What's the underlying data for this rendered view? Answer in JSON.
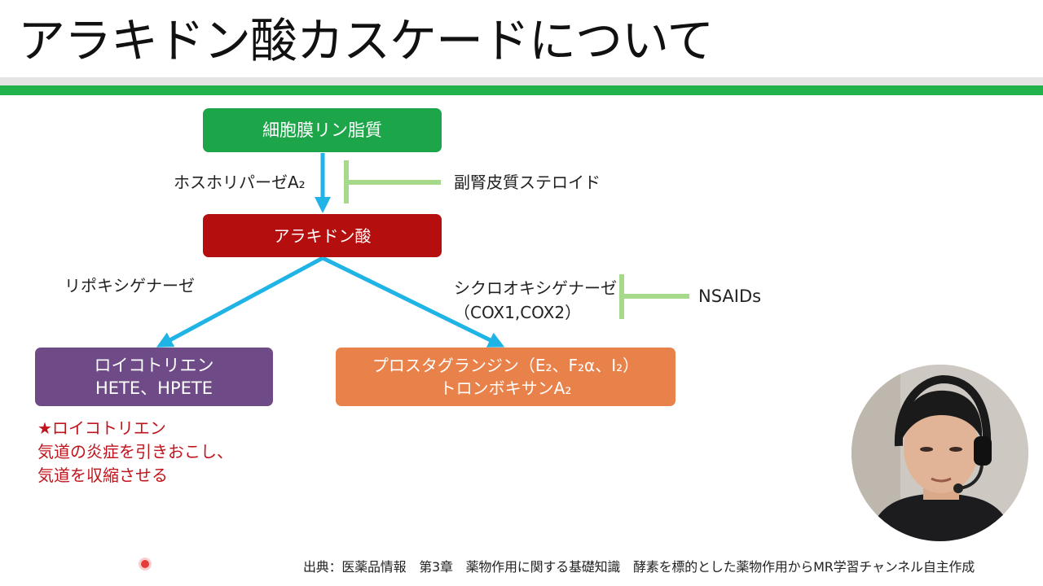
{
  "title": "アラキドン酸カスケードについて",
  "colors": {
    "title_rule": "#21b24b",
    "arrow": "#1fb3e6",
    "inhibitor": "#a6d98a",
    "phospholipid_box": "#1ca649",
    "arachidonic_box": "#b50e0e",
    "leukotriene_box": "#6e4b86",
    "prostaglandin_box": "#e9824a",
    "note_text": "#c0141c"
  },
  "diagram": {
    "phospholipid": "細胞膜リン脂質",
    "arachidonic_acid": "アラキドン酸",
    "enzyme_pla2": "ホスホリパーゼA₂",
    "inhibitor_steroid": "副腎皮質ステロイド",
    "enzyme_lipoxygenase": "リポキシゲナーゼ",
    "enzyme_cox_line1": "シクロオキシゲナーゼ",
    "enzyme_cox_line2": "（COX1,COX2）",
    "inhibitor_nsaids": "NSAIDs",
    "leukotriene_line1": "ロイコトリエン",
    "leukotriene_line2": "HETE、HPETE",
    "prostaglandin_line1": "プロスタグランジン（E₂、F₂α、I₂）",
    "prostaglandin_line2": "トロンボキサンA₂"
  },
  "note": {
    "line1": "★ロイコトリエン",
    "line2": "気道の炎症を引きおこし、",
    "line3": "気道を収縮させる"
  },
  "source": "出典：医薬品情報　第3章　薬物作用に関する基礎知識　酵素を標的とした薬物作用からMR学習チャンネル自主作成"
}
